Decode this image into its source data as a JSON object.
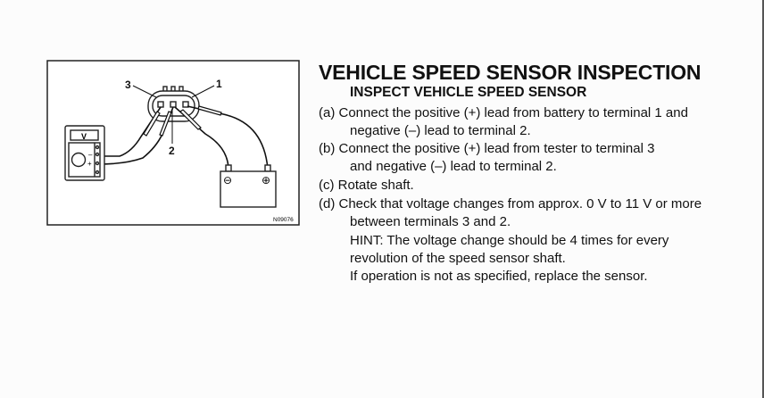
{
  "figure": {
    "labels": {
      "t3": "3",
      "t1": "1",
      "t2": "2",
      "meter": "V",
      "neg": "⊖",
      "pos": "⊕",
      "mminus": "–",
      "mplus": "+"
    },
    "code": "N09076"
  },
  "title": "VEHICLE SPEED SENSOR INSPECTION",
  "subtitle": "INSPECT VEHICLE SPEED SENSOR",
  "lines": [
    "(a) Connect the positive (+) lead from battery to terminal 1 and",
    "negative (–) lead to terminal 2.",
    "(b) Connect the positive (+) lead from tester to terminal 3",
    "and negative (–) lead to terminal 2.",
    "(c) Rotate shaft.",
    "(d) Check that voltage changes from approx. 0 V to 11 V or more",
    "between terminals 3 and 2.",
    "HINT: The voltage change should be 4 times for every",
    "revolution of the speed sensor shaft.",
    "If operation is not as specified, replace the sensor."
  ]
}
